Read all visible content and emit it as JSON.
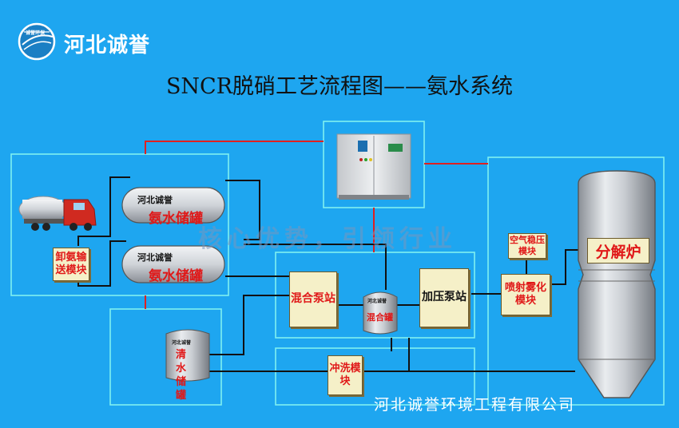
{
  "header": {
    "logo_text": "河北诚誉",
    "logo_badge": "诚誉环保",
    "title": "SNCR脱硝工艺流程图——氨水系统"
  },
  "watermark": "核心优势，引领行业",
  "company": "河北诚誉环境工程有限公司",
  "components": {
    "unload_module": "卸氨输送模块",
    "ammonia_tank_1_brand": "河北诚誉",
    "ammonia_tank_1_label": "氨水储罐",
    "ammonia_tank_2_brand": "河北诚誉",
    "ammonia_tank_2_label": "氨水储罐",
    "mixing_pump": "混合泵站",
    "mixing_tank_brand": "河北诚誉",
    "mixing_tank_label": "混合罐",
    "pressure_pump": "加压泵站",
    "air_module": "空气稳压模块",
    "spray_module": "喷射雾化模块",
    "water_tank_brand": "河北诚誉",
    "water_tank_label": "清水储罐",
    "flush_module": "冲洗模块",
    "furnace": "分解炉"
  },
  "colors": {
    "background": "#1ea6f0",
    "frame": "#7ff0f0",
    "signal_line": "#e02020",
    "pipe": "#111111",
    "module_fill": "#f5f0c8",
    "module_text_red": "#e01818"
  }
}
